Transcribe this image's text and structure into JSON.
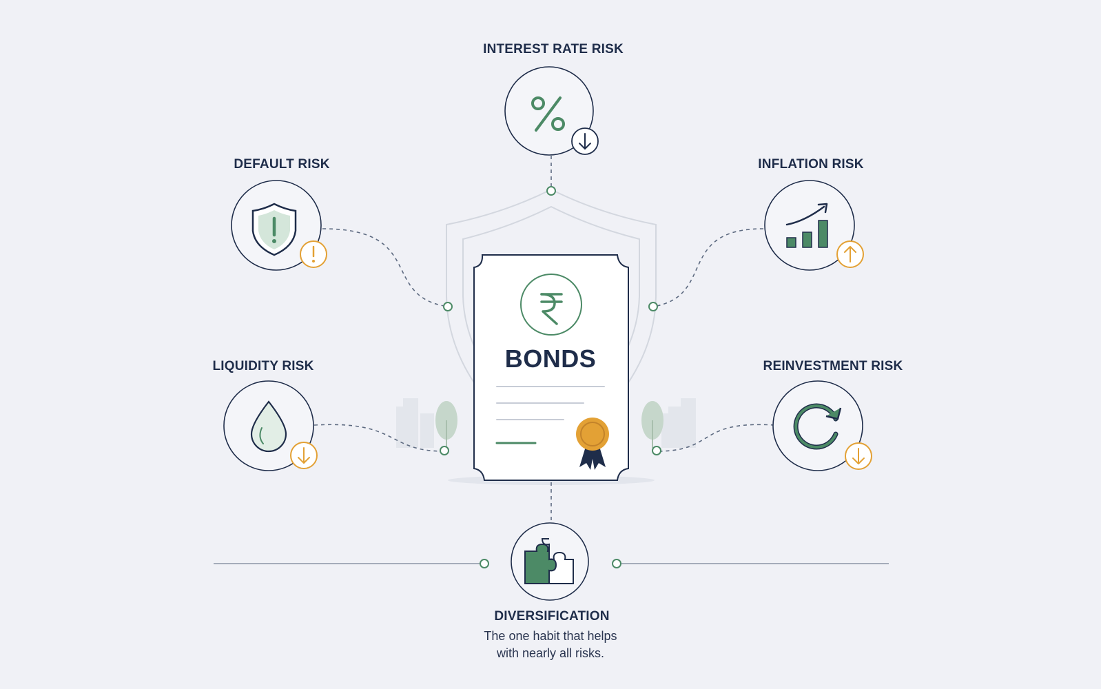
{
  "center": {
    "title": "BONDS",
    "currency_icon": "rupee-icon"
  },
  "risks": {
    "interest_rate": {
      "label": "INTEREST RATE RISK",
      "icon": "percent-icon",
      "badge": "arrow-down-icon"
    },
    "default": {
      "label": "DEFAULT RISK",
      "icon": "shield-alert-icon",
      "badge": "exclamation-icon"
    },
    "inflation": {
      "label": "INFLATION RISK",
      "icon": "bar-chart-up-icon",
      "badge": "arrow-up-icon"
    },
    "liquidity": {
      "label": "LIQUIDITY RISK",
      "icon": "water-drop-icon",
      "badge": "arrow-down-icon"
    },
    "reinvestment": {
      "label": "REINVESTMENT RISK",
      "icon": "refresh-icon",
      "badge": "arrow-down-icon"
    }
  },
  "diversification": {
    "label": "DIVERSIFICATION",
    "caption_line1": "The one habit that helps",
    "caption_line2": "with nearly all risks.",
    "icon": "puzzle-icon"
  },
  "colors": {
    "navy": "#1f2d4a",
    "green": "#4c8a66",
    "orange": "#e3a135",
    "line": "#8c96a6",
    "background": "#f0f1f6"
  }
}
